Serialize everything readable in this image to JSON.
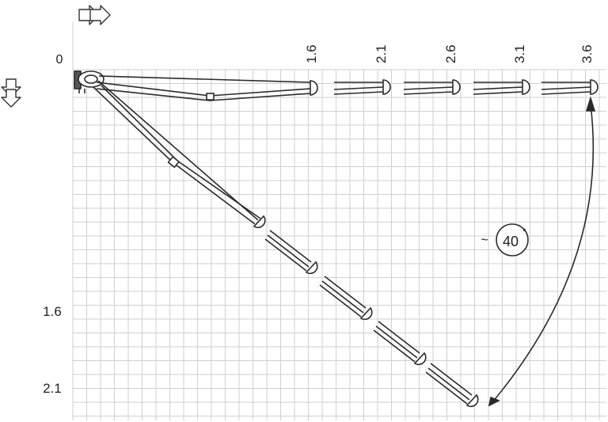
{
  "diagram": {
    "origin_label": "0",
    "top_axis_ticks": [
      "1.6",
      "2.1",
      "2.6",
      "3.1",
      "3.6"
    ],
    "left_axis_ticks": [
      "1.6",
      "2.1"
    ],
    "angle_label": "40",
    "angle_degree_symbol": "°",
    "approx_symbol": "~",
    "icons": {
      "horizontal_direction": "double-arrow-right-icon",
      "vertical_direction": "double-arrow-down-icon"
    },
    "colors": {
      "grid": "#cfcfcf",
      "line": "#2a2a2a"
    }
  }
}
